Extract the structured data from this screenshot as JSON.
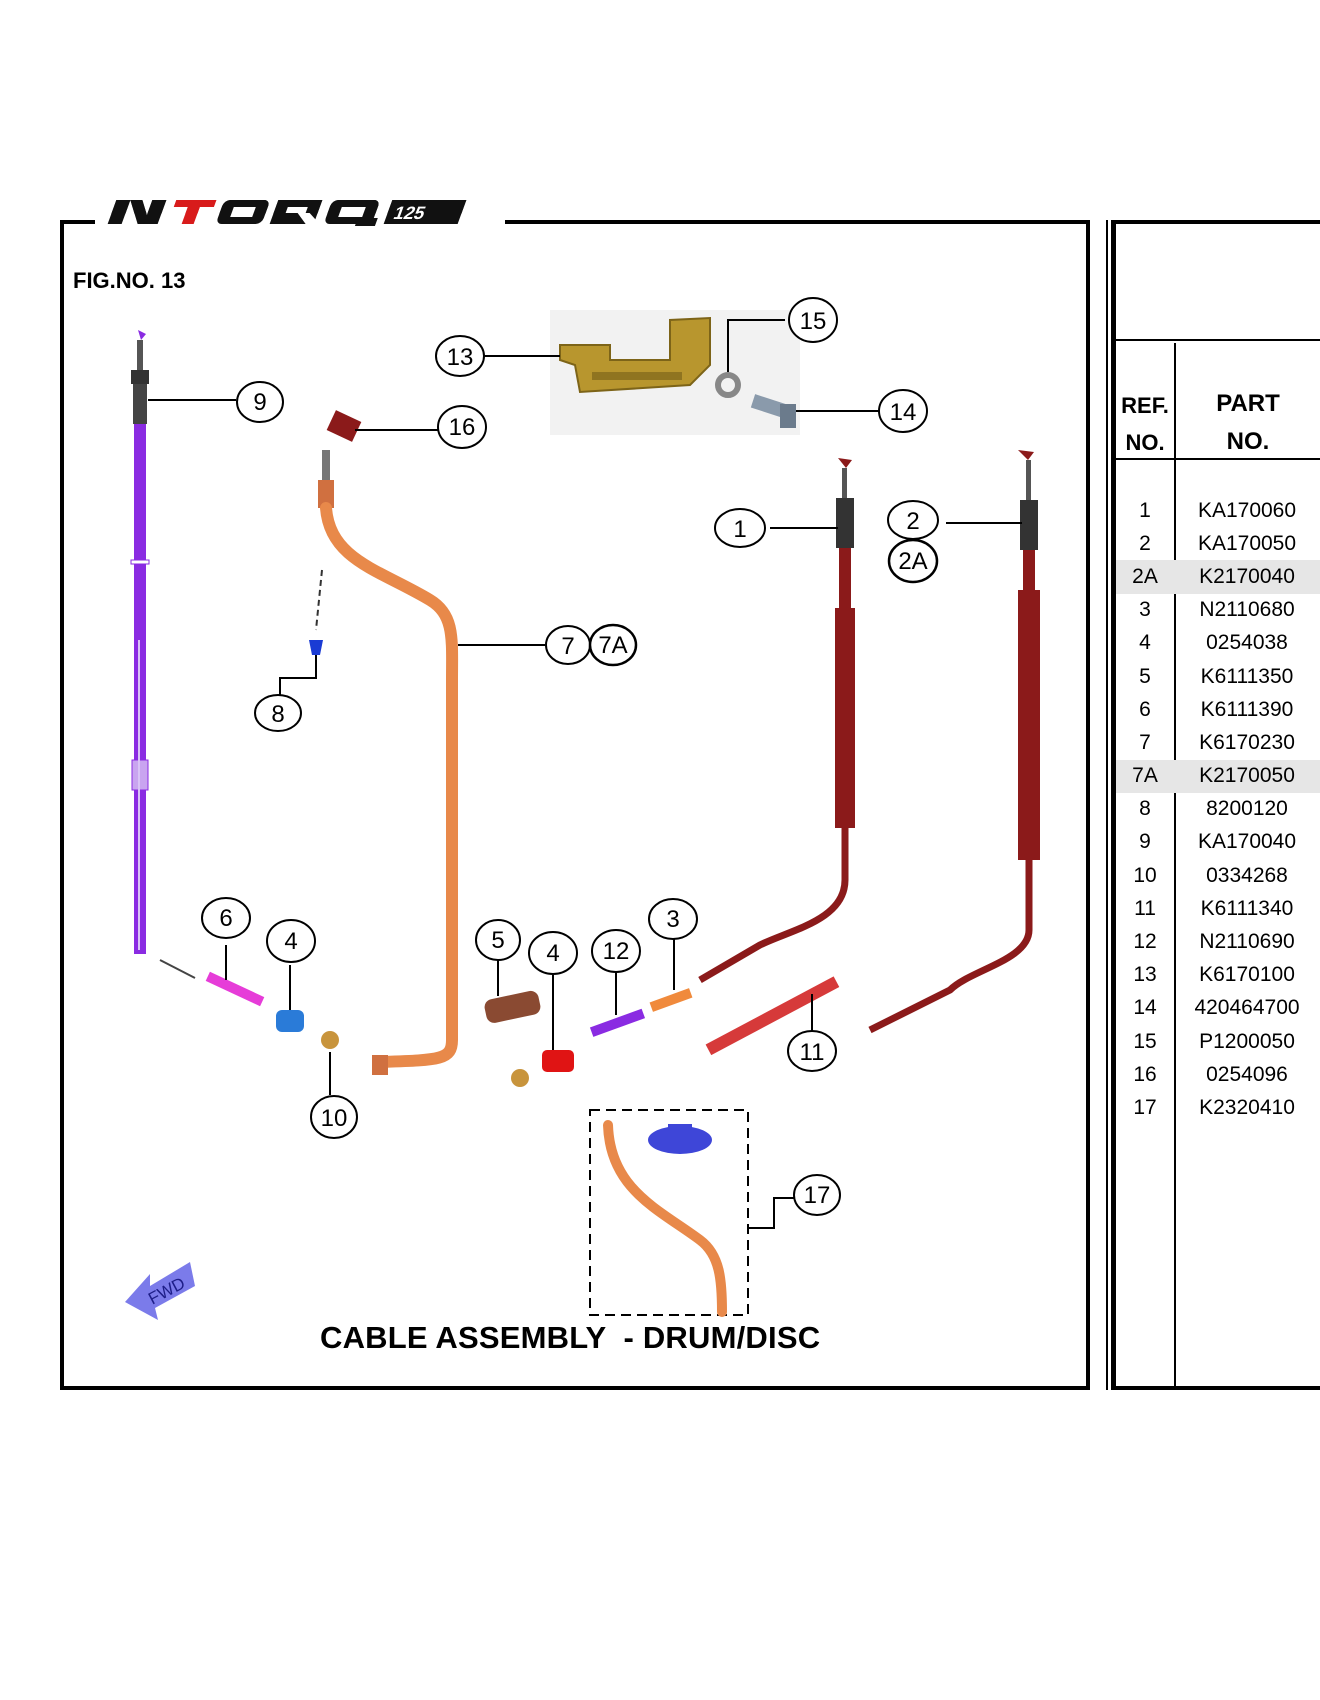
{
  "logo": {
    "text": "NTORQ125"
  },
  "figure": {
    "number_label": "FIG.NO. 13",
    "caption": "CABLE ASSEMBLY  - DRUM/DISC",
    "fwd_label": "FWD",
    "callouts": [
      "1",
      "2",
      "2A",
      "3",
      "4",
      "4",
      "5",
      "6",
      "7",
      "7A",
      "8",
      "9",
      "10",
      "11",
      "12",
      "13",
      "14",
      "15",
      "16",
      "17"
    ]
  },
  "table": {
    "header": {
      "ref_line1": "REF.",
      "ref_line2": "NO.",
      "part_line1": "PART",
      "part_line2": "NO."
    },
    "rows": [
      {
        "ref": "1",
        "part": "KA170060",
        "highlight": false
      },
      {
        "ref": "2",
        "part": "KA170050",
        "highlight": false
      },
      {
        "ref": "2A",
        "part": "K2170040",
        "highlight": true
      },
      {
        "ref": "3",
        "part": "N2110680",
        "highlight": false
      },
      {
        "ref": "4",
        "part": "0254038",
        "highlight": false
      },
      {
        "ref": "5",
        "part": "K6111350",
        "highlight": false
      },
      {
        "ref": "6",
        "part": "K6111390",
        "highlight": false
      },
      {
        "ref": "7",
        "part": "K6170230",
        "highlight": false
      },
      {
        "ref": "7A",
        "part": "K2170050",
        "highlight": true
      },
      {
        "ref": "8",
        "part": "8200120",
        "highlight": false
      },
      {
        "ref": "9",
        "part": "KA170040",
        "highlight": false
      },
      {
        "ref": "10",
        "part": "0334268",
        "highlight": false
      },
      {
        "ref": "11",
        "part": "K6111340",
        "highlight": false
      },
      {
        "ref": "12",
        "part": "N2110690",
        "highlight": false
      },
      {
        "ref": "13",
        "part": "K6170100",
        "highlight": false
      },
      {
        "ref": "14",
        "part": "420464700",
        "highlight": false
      },
      {
        "ref": "15",
        "part": "P1200050",
        "highlight": false
      },
      {
        "ref": "16",
        "part": "0254096",
        "highlight": false
      },
      {
        "ref": "17",
        "part": "K2320410",
        "highlight": false
      }
    ]
  },
  "colors": {
    "cable_purple": "#8a2be2",
    "cable_orange": "#e8894a",
    "cable_red": "#8b1a1a",
    "bracket_gold": "#b8962e",
    "fwd_arrow": "#7b7bea"
  }
}
